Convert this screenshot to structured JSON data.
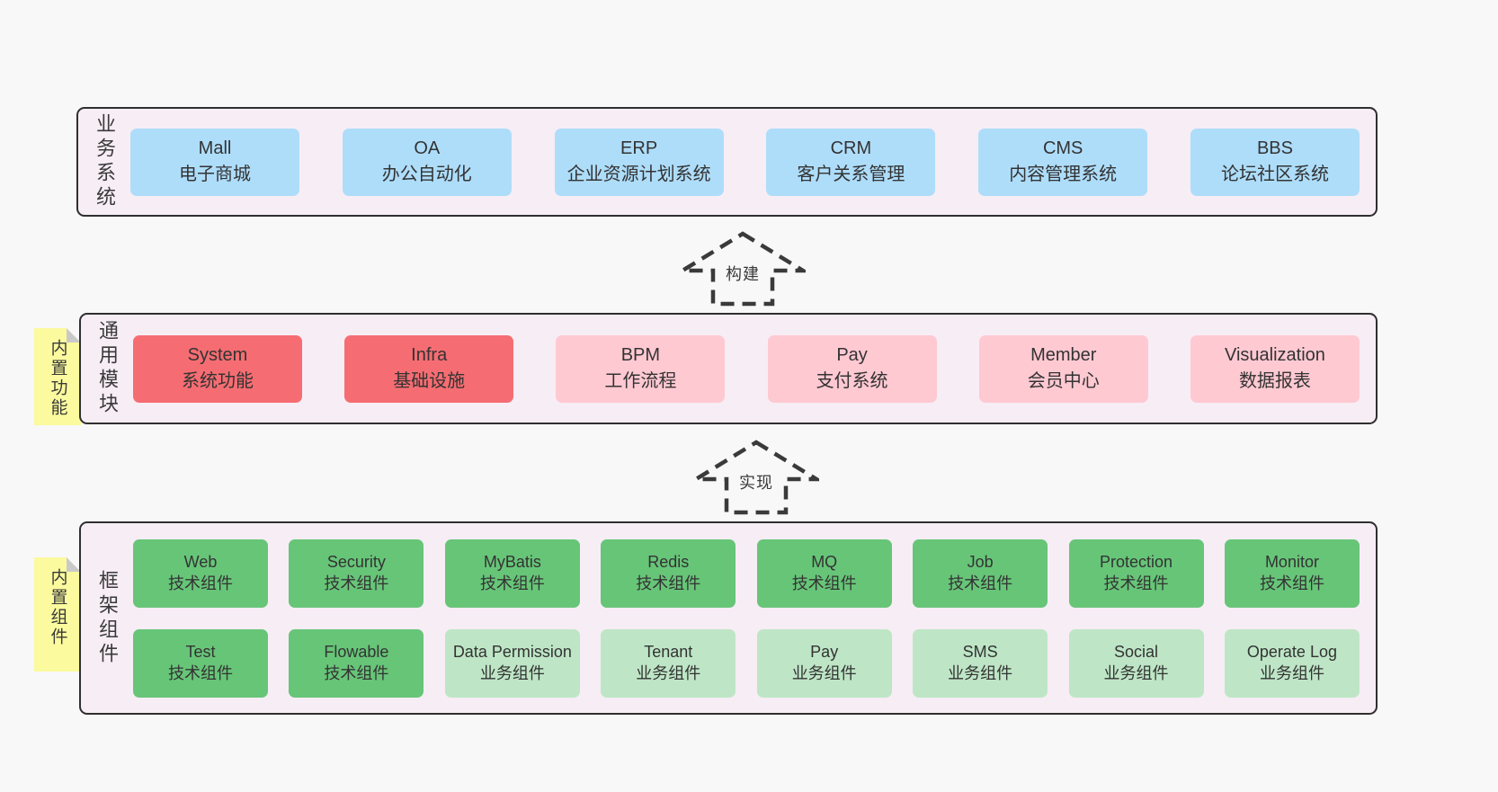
{
  "colors": {
    "page_bg": "#f8f8f8",
    "panel_bg": "#f7edf5",
    "panel_border": "#2f2f2f",
    "blue": "#aeddfa",
    "red": "#f56d72",
    "pink": "#ffc9d2",
    "green": "#67c578",
    "green_light": "#bee6c6",
    "note_yellow": "#fbfa9e",
    "note_fold": "#c9c9c9",
    "text": "#3a3a3a",
    "arrow": "#3a3a3a"
  },
  "arrows": [
    {
      "label": "构建"
    },
    {
      "label": "实现"
    }
  ],
  "layers": [
    {
      "label": "业务系统",
      "boxes": [
        {
          "name": "Mall",
          "desc": "电子商城",
          "variant": "blue"
        },
        {
          "name": "OA",
          "desc": "办公自动化",
          "variant": "blue"
        },
        {
          "name": "ERP",
          "desc": "企业资源计划系统",
          "variant": "blue"
        },
        {
          "name": "CRM",
          "desc": "客户关系管理",
          "variant": "blue"
        },
        {
          "name": "CMS",
          "desc": "内容管理系统",
          "variant": "blue"
        },
        {
          "name": "BBS",
          "desc": "论坛社区系统",
          "variant": "blue"
        }
      ]
    },
    {
      "label": "通用模块",
      "note": "内置功能",
      "boxes": [
        {
          "name": "System",
          "desc": "系统功能",
          "variant": "red"
        },
        {
          "name": "Infra",
          "desc": "基础设施",
          "variant": "red"
        },
        {
          "name": "BPM",
          "desc": "工作流程",
          "variant": "pink"
        },
        {
          "name": "Pay",
          "desc": "支付系统",
          "variant": "pink"
        },
        {
          "name": "Member",
          "desc": "会员中心",
          "variant": "pink"
        },
        {
          "name": "Visualization",
          "desc": "数据报表",
          "variant": "pink"
        }
      ]
    },
    {
      "label": "框架组件",
      "note": "内置组件",
      "rows": [
        [
          {
            "name": "Web",
            "desc": "技术组件",
            "variant": "green"
          },
          {
            "name": "Security",
            "desc": "技术组件",
            "variant": "green"
          },
          {
            "name": "MyBatis",
            "desc": "技术组件",
            "variant": "green"
          },
          {
            "name": "Redis",
            "desc": "技术组件",
            "variant": "green"
          },
          {
            "name": "MQ",
            "desc": "技术组件",
            "variant": "green"
          },
          {
            "name": "Job",
            "desc": "技术组件",
            "variant": "green"
          },
          {
            "name": "Protection",
            "desc": "技术组件",
            "variant": "green"
          },
          {
            "name": "Monitor",
            "desc": "技术组件",
            "variant": "green"
          }
        ],
        [
          {
            "name": "Test",
            "desc": "技术组件",
            "variant": "green"
          },
          {
            "name": "Flowable",
            "desc": "技术组件",
            "variant": "green"
          },
          {
            "name": "Data Permission",
            "desc": "业务组件",
            "variant": "green-light"
          },
          {
            "name": "Tenant",
            "desc": "业务组件",
            "variant": "green-light"
          },
          {
            "name": "Pay",
            "desc": "业务组件",
            "variant": "green-light"
          },
          {
            "name": "SMS",
            "desc": "业务组件",
            "variant": "green-light"
          },
          {
            "name": "Social",
            "desc": "业务组件",
            "variant": "green-light"
          },
          {
            "name": "Operate Log",
            "desc": "业务组件",
            "variant": "green-light"
          }
        ]
      ]
    }
  ]
}
